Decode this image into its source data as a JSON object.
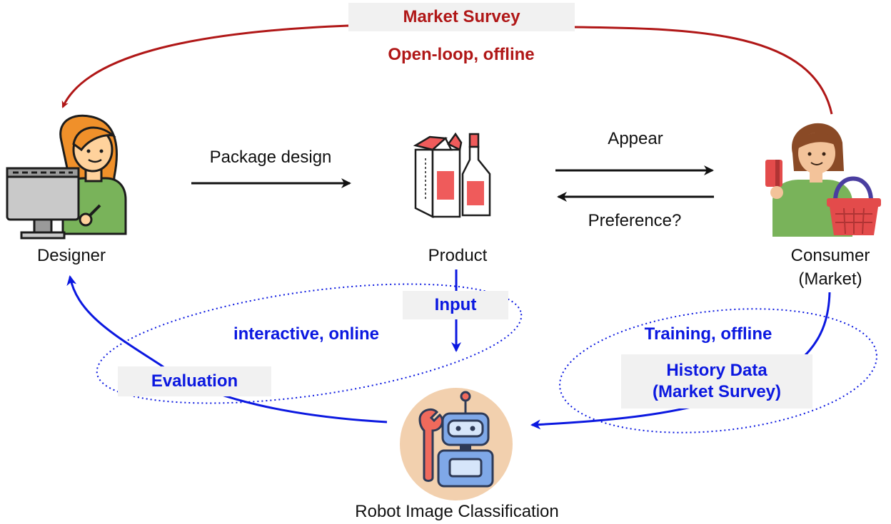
{
  "colors": {
    "red": "#b01717",
    "blue": "#0b18e0",
    "black": "#111111",
    "box_fill": "#f1f1f1"
  },
  "top_loop": {
    "box_label": "Market Survey",
    "caption": "Open-loop, offline"
  },
  "nodes": {
    "designer": {
      "label": "Designer",
      "icon": "designer-at-computer-icon"
    },
    "product": {
      "label": "Product",
      "icon": "product-package-icon"
    },
    "consumer": {
      "line1": "Consumer",
      "line2": "(Market)",
      "icon": "consumer-with-basket-icon"
    },
    "robot": {
      "label": "Robot Image Classification",
      "icon": "robot-with-wrench-icon"
    }
  },
  "arrows": {
    "package_design": "Package design",
    "appear": "Appear",
    "preference": "Preference?"
  },
  "inner_loop": {
    "input_label": "Input",
    "caption": "interactive, online",
    "evaluation_label": "Evaluation"
  },
  "training_loop": {
    "caption": "Training, offline",
    "history_line1": "History Data",
    "history_line2": "(Market Survey)"
  }
}
